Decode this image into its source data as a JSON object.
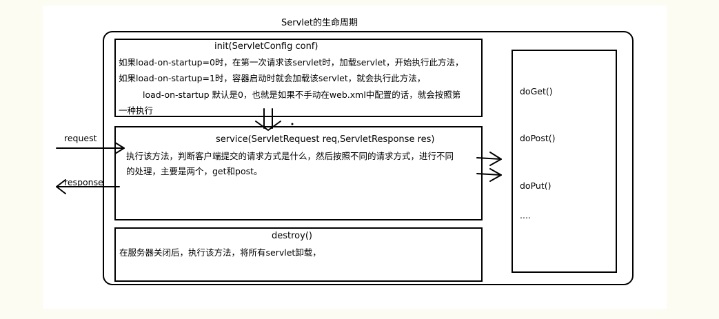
{
  "diagram": {
    "title": "Servlet的生命周期",
    "init": {
      "heading": "init(ServletConfig conf)",
      "lines": [
        "如果load-on-startup=0时，在第一次请求该servlet时，加载servlet，开始执行此方法，",
        "如果load-on-startup=1时，容器启动时就会加载该servlet，就会执行此方法，",
        "load-on-startup 默认是0，也就是如果不手动在web.xml中配置的话，就会按照第",
        "一种执行"
      ]
    },
    "service": {
      "heading": "service(ServletRequest req,ServletResponse res)",
      "lines": [
        "执行该方法，判断客户端提交的请求方式是什么，然后按照不同的请求方式，进行不同",
        "的处理，主要是两个，get和post。"
      ]
    },
    "destroy": {
      "heading": "destroy()",
      "lines": [
        "在服务器关闭后，执行该方法，将所有servlet卸载，"
      ]
    },
    "methods": [
      "doGet()",
      "doPost()",
      "doPut()",
      "...."
    ],
    "request_label": "request",
    "response_label": "response"
  }
}
